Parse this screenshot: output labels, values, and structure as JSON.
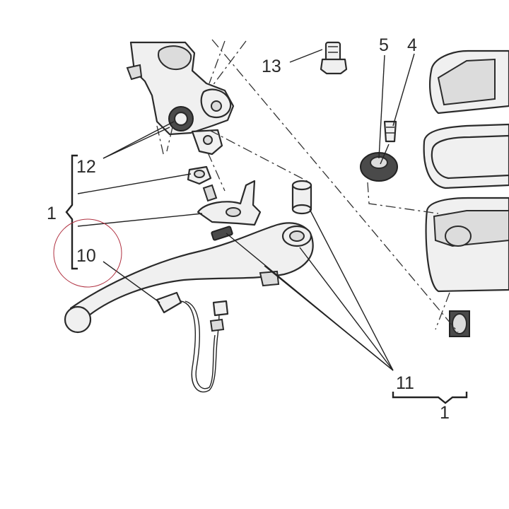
{
  "callouts": {
    "c1_left": "1",
    "c12": "12",
    "c10": "10",
    "c13": "13",
    "c5": "5",
    "c4": "4",
    "c11": "11",
    "c1_bottom": "1"
  },
  "colors": {
    "line": "#2b2b2b",
    "highlight_circle": "#b03040",
    "part_fill": "#f0f0f0"
  }
}
